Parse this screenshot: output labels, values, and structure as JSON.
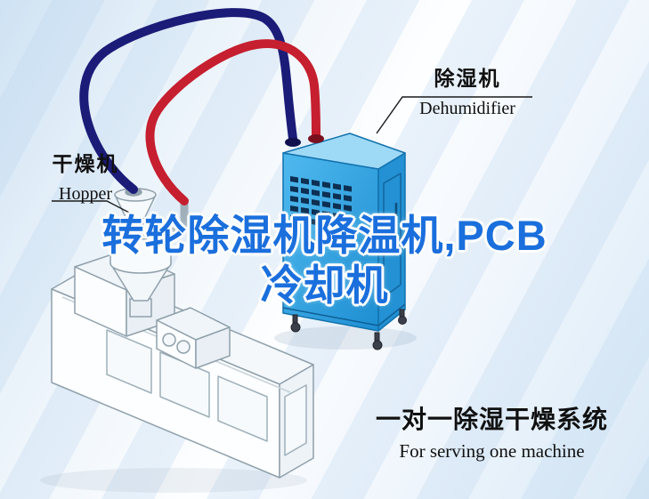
{
  "labels": {
    "dehumidifier_cn": "除湿机",
    "dehumidifier_en": "Dehumidifier",
    "hopper_cn": "干燥机",
    "hopper_en": "Hopper"
  },
  "watermark": {
    "line1": "转轮除湿机降温机,PCB",
    "line2": "冷却机",
    "color": "#1a6fdd"
  },
  "caption": {
    "cn": "一对一除湿干燥系统",
    "en": "For serving one machine"
  },
  "colors": {
    "pipe_cold": "#1b1b78",
    "pipe_hot": "#c61f2f",
    "dehumidifier_body": "#2da2e2",
    "dehumidifier_top": "#9ed9f6",
    "background_tint": "#d9e9f6",
    "line_art_stroke": "#8fa0ab",
    "label_text": "#101010"
  }
}
